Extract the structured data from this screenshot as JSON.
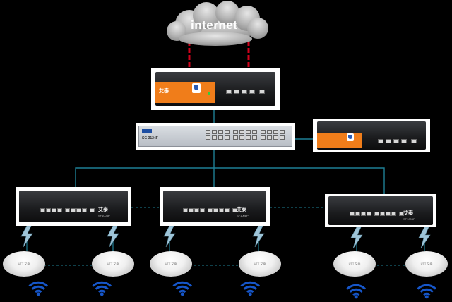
{
  "cloud": {
    "label": "internet"
  },
  "router": {
    "brand": "艾泰"
  },
  "core_switch": {
    "model": "SG 3124F"
  },
  "access_switches": [
    {
      "brand": "艾泰",
      "model": "SF1008P"
    },
    {
      "brand": "艾泰",
      "model": "SF1008P"
    },
    {
      "brand": "艾泰",
      "model": "SF1008P"
    }
  ],
  "ap": {
    "label": "UTT 艾泰"
  },
  "colors": {
    "link_line": "#1e7f95",
    "wan_link": "#d0021b",
    "router_orange": "#f07d1a",
    "poe_bolt": "#9ec4d8",
    "wifi_blue": "#1656c9"
  }
}
